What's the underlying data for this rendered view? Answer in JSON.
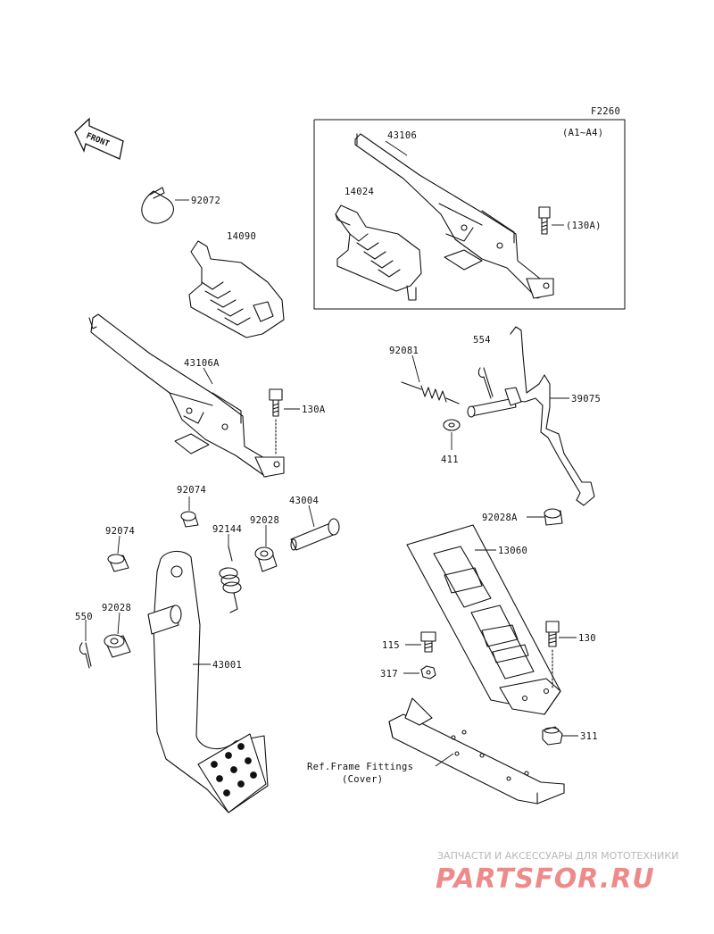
{
  "diagram": {
    "code": "F2260",
    "front_label": "FRONT",
    "inset_note": "(A1~A4)",
    "labels": {
      "p43106": "43106",
      "p14024": "14024",
      "p130A_inset": "(130A)",
      "p92072": "92072",
      "p14090": "14090",
      "p43106A": "43106A",
      "p130A": "130A",
      "p92081": "92081",
      "p554": "554",
      "p39075": "39075",
      "p411": "411",
      "p92074a": "92074",
      "p43004": "43004",
      "p92074b": "92074",
      "p92144": "92144",
      "p92028a": "92028",
      "p92028A": "92028A",
      "p13060": "13060",
      "p550": "550",
      "p92028b": "92028",
      "p115": "115",
      "p130": "130",
      "p43001": "43001",
      "p317": "317",
      "p311": "311",
      "ref_frame": "Ref.Frame Fittings",
      "ref_cover": "(Cover)"
    }
  },
  "watermark": {
    "tagline": "ЗАПЧАСТИ И АКСЕССУАРЫ ДЛЯ МОТОТЕХНИКИ",
    "site": "PARTSFOR.RU"
  }
}
